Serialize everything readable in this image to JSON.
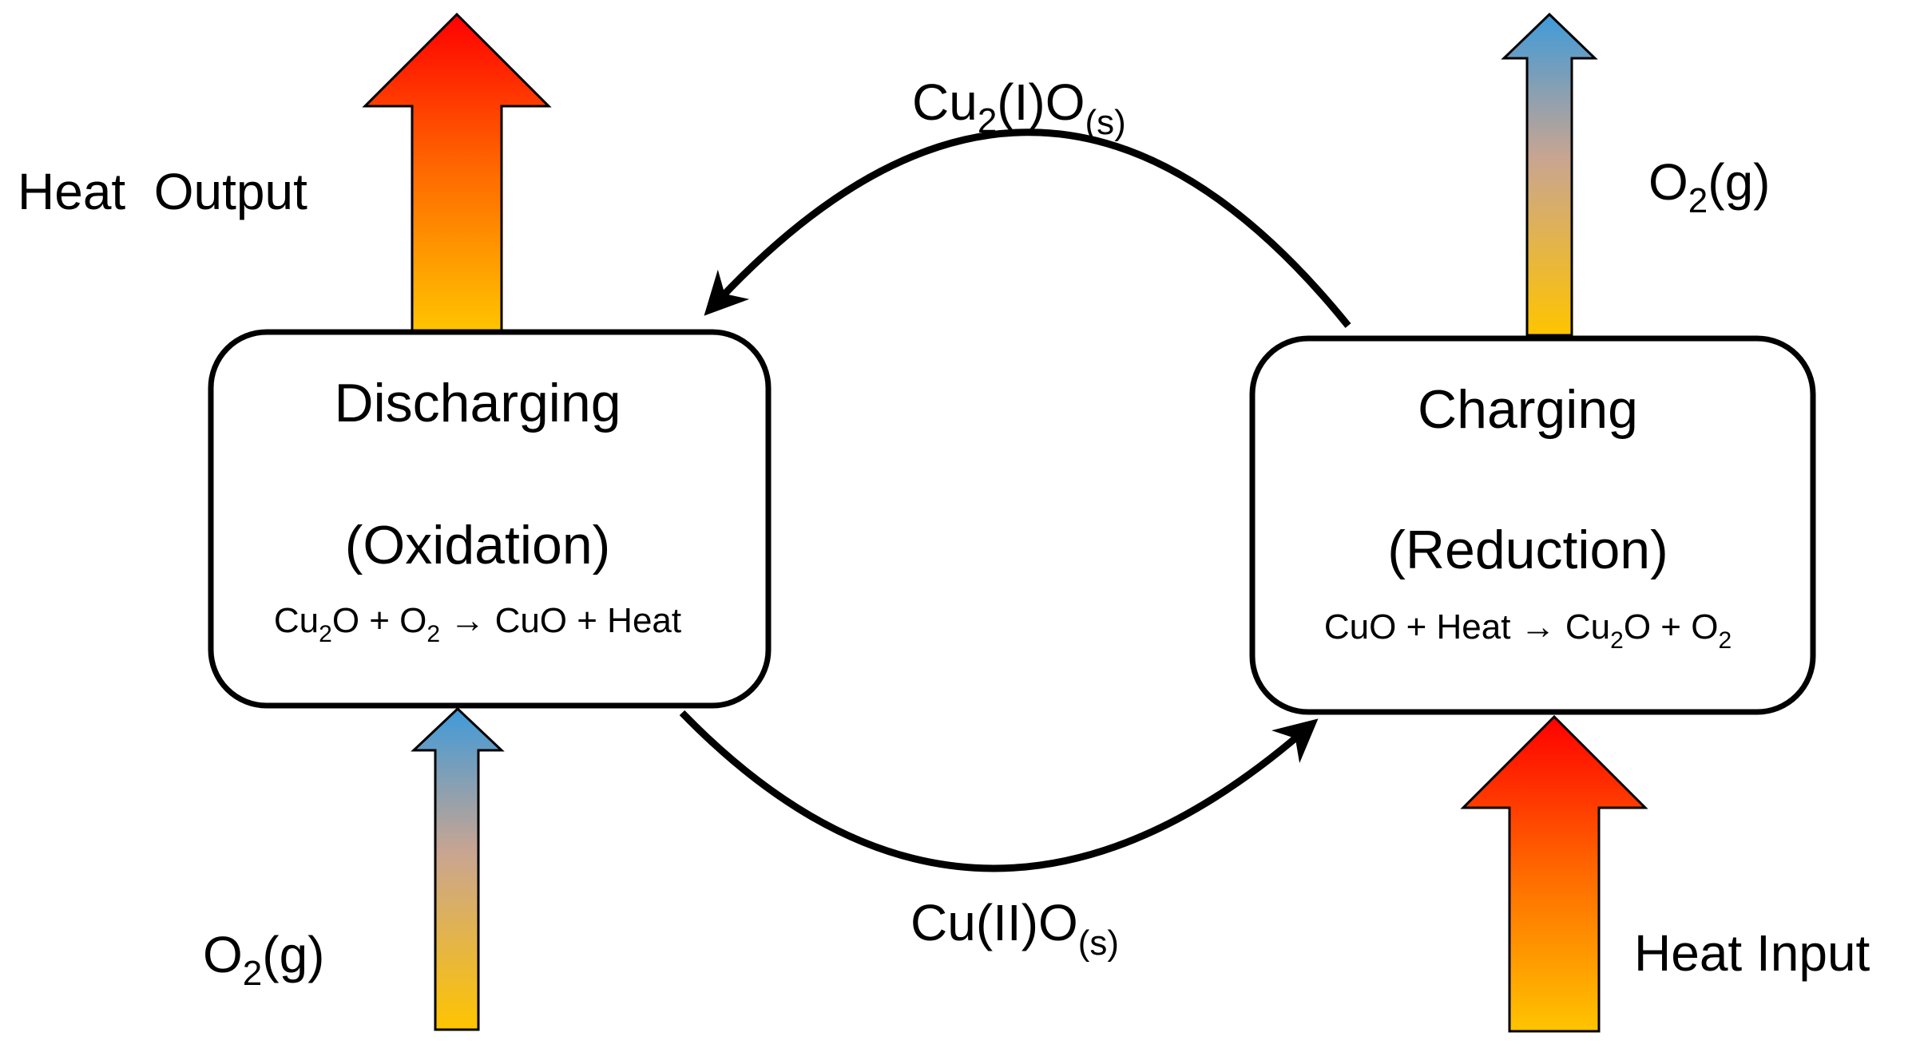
{
  "colors": {
    "heat_top": "#ff0000",
    "heat_mid": "#ff6a00",
    "heat_bottom": "#ffc400",
    "o2_top": "#3f9ad9",
    "o2_mid": "#c9a591",
    "o2_bottom": "#ffc400",
    "stroke": "#000000",
    "box_fill": "#ffffff"
  },
  "labels": {
    "heat_output": "Heat  Output",
    "heat_input": "Heat Input",
    "o2_left": {
      "main": "O",
      "sub": "2",
      "tail": "(g)"
    },
    "o2_right": {
      "main": "O",
      "sub": "2",
      "tail": "(g)"
    },
    "cu2o_flow": {
      "a": "Cu",
      "a_sub": "2",
      "b": "(I)O",
      "b_sub": "(s)"
    },
    "cuo_flow": {
      "a": "Cu(II)O",
      "a_sub": "(s)"
    }
  },
  "discharging": {
    "title": "Discharging",
    "subtitle": "(Oxidation)",
    "equation": {
      "p1": "Cu",
      "p1_sub": "2",
      "p2": "O + O",
      "p2_sub": "2",
      "arrow": "→",
      "p3": "CuO + Heat"
    }
  },
  "charging": {
    "title": "Charging",
    "subtitle": "(Reduction)",
    "equation": {
      "p1": "CuO + Heat",
      "arrow": "→",
      "p2": "Cu",
      "p2_sub": "2",
      "p3": "O + O",
      "p3_sub": "2"
    }
  }
}
